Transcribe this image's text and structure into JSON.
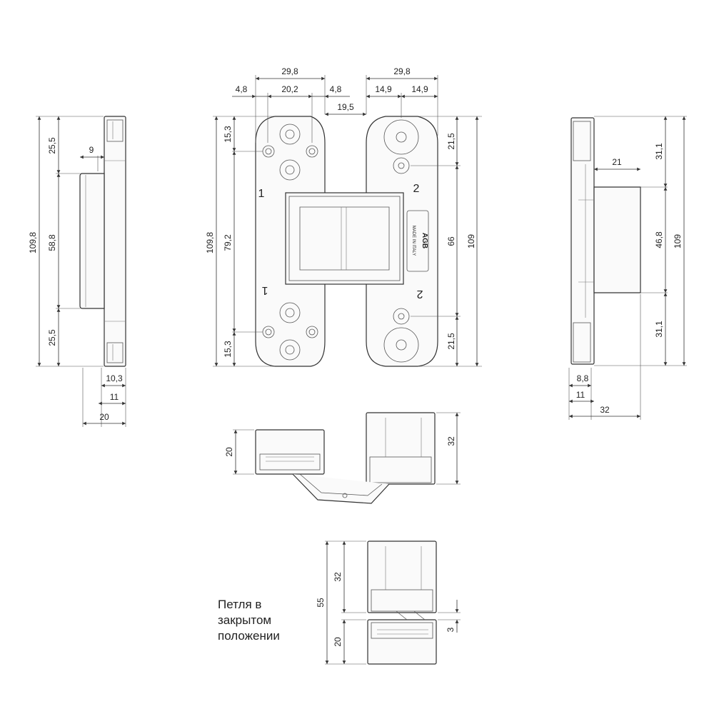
{
  "left_view": {
    "total_height": "109,8",
    "top_section": "25,5",
    "middle_section": "58,8",
    "bottom_section": "25,5",
    "offset_top": "9",
    "bottom_width_1": "10,3",
    "bottom_width_2": "11",
    "bottom_width_3": "20"
  },
  "front_view": {
    "top_width_left": "29,8",
    "top_width_right": "29,8",
    "sub_left_a": "4,8",
    "sub_left_b": "20,2",
    "sub_left_c": "4,8",
    "sub_right_a": "14,9",
    "sub_right_b": "14,9",
    "gap": "19,5",
    "left_total": "109,8",
    "left_inner": "79,2",
    "left_top_hole": "15,3",
    "left_bottom_hole": "15,3",
    "right_top_hole": "21,5",
    "right_mid": "66",
    "right_total": "109",
    "right_bottom_hole": "21,5",
    "mark_left_top": "1",
    "mark_left_bottom": "1",
    "mark_right_top": "2",
    "mark_right_bottom": "2",
    "stamp_brand": "AGB",
    "stamp_text": "MADE IN ITALY"
  },
  "right_view": {
    "top_section": "31,1",
    "middle_section": "46,8",
    "bottom_section": "31,1",
    "total": "109",
    "top_offset": "21",
    "bottom_width_1": "8,8",
    "bottom_width_2": "11",
    "bottom_width_3": "32"
  },
  "top_view": {
    "left_depth": "20",
    "right_depth": "32"
  },
  "closed_view": {
    "caption_line1": "Петля в",
    "caption_line2": "закрытом",
    "caption_line3": "положении",
    "total": "55",
    "upper": "32",
    "lower": "20",
    "gap": "3"
  }
}
